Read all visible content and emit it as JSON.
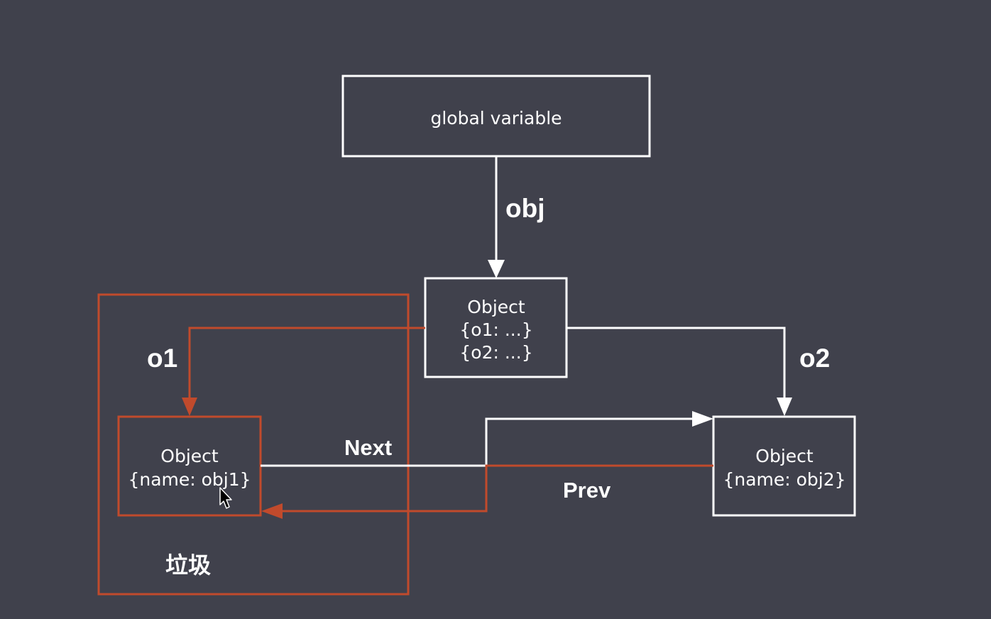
{
  "diagram": {
    "global_box": {
      "label": "global variable"
    },
    "root_object": {
      "title": "Object",
      "line1": "{o1:  ...}",
      "line2": "{o2:  ...}"
    },
    "obj1": {
      "title": "Object",
      "line1": "{name: obj1}"
    },
    "obj2": {
      "title": "Object",
      "line1": "{name: obj2}"
    },
    "edges": {
      "obj_label": "obj",
      "o1_label": "o1",
      "o2_label": "o2",
      "next_label": "Next",
      "prev_label": "Prev"
    },
    "garbage_label": "垃圾"
  },
  "colors": {
    "background": "#40414c",
    "white": "#ffffff",
    "garbage_red": "#c14a2c"
  },
  "icons": {
    "cursor": "mouse-pointer-icon"
  }
}
